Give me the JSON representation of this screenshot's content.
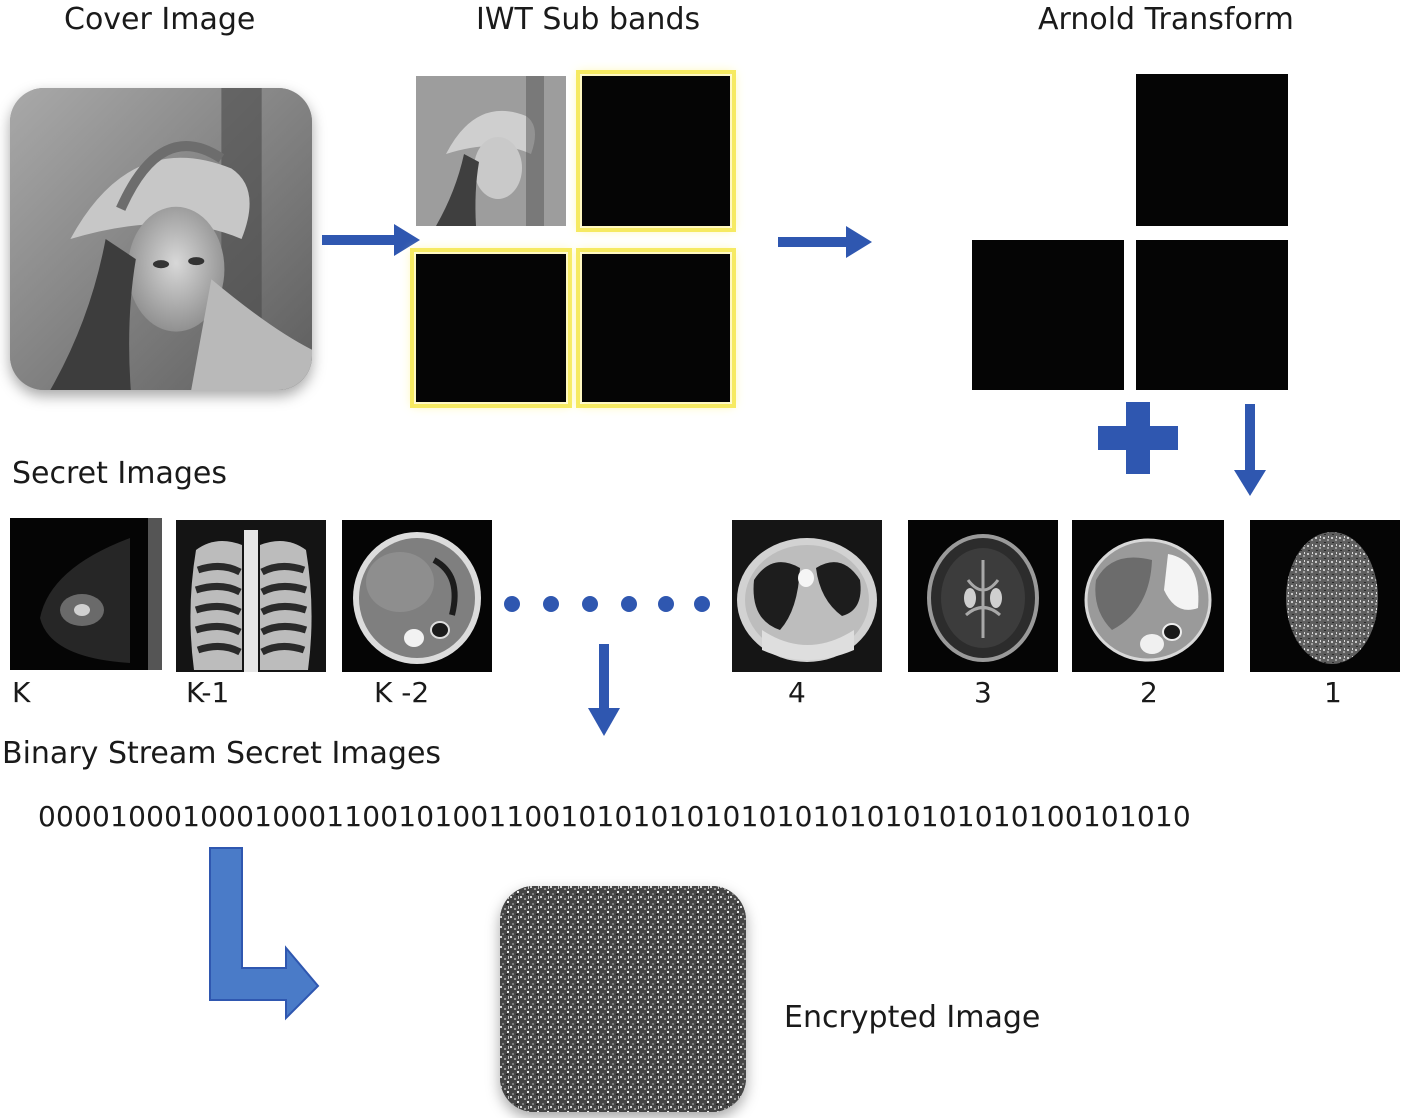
{
  "labels": {
    "cover": "Cover Image",
    "iwt": "IWT Sub bands",
    "arnold": "Arnold Transform",
    "secret": "Secret Images",
    "binary": "Binary Stream Secret Images",
    "encrypted": "Encrypted Image"
  },
  "secret_images": [
    {
      "label": "K",
      "icon": "mammogram-icon"
    },
    {
      "label": "K-1",
      "icon": "chest-xray-icon"
    },
    {
      "label": "K -2",
      "icon": "abdominal-ct-icon"
    },
    {
      "label": "4",
      "icon": "lung-ct-icon"
    },
    {
      "label": "3",
      "icon": "brain-mri-icon"
    },
    {
      "label": "2",
      "icon": "abdomen-ct-icon"
    },
    {
      "label": "1",
      "icon": "noise-image-icon"
    }
  ],
  "binary_stream": "0000100010001000110010100110010101010101010101010101010100101010",
  "colors": {
    "arrow": "#2f57b0",
    "highlight": "#f6ea62"
  }
}
